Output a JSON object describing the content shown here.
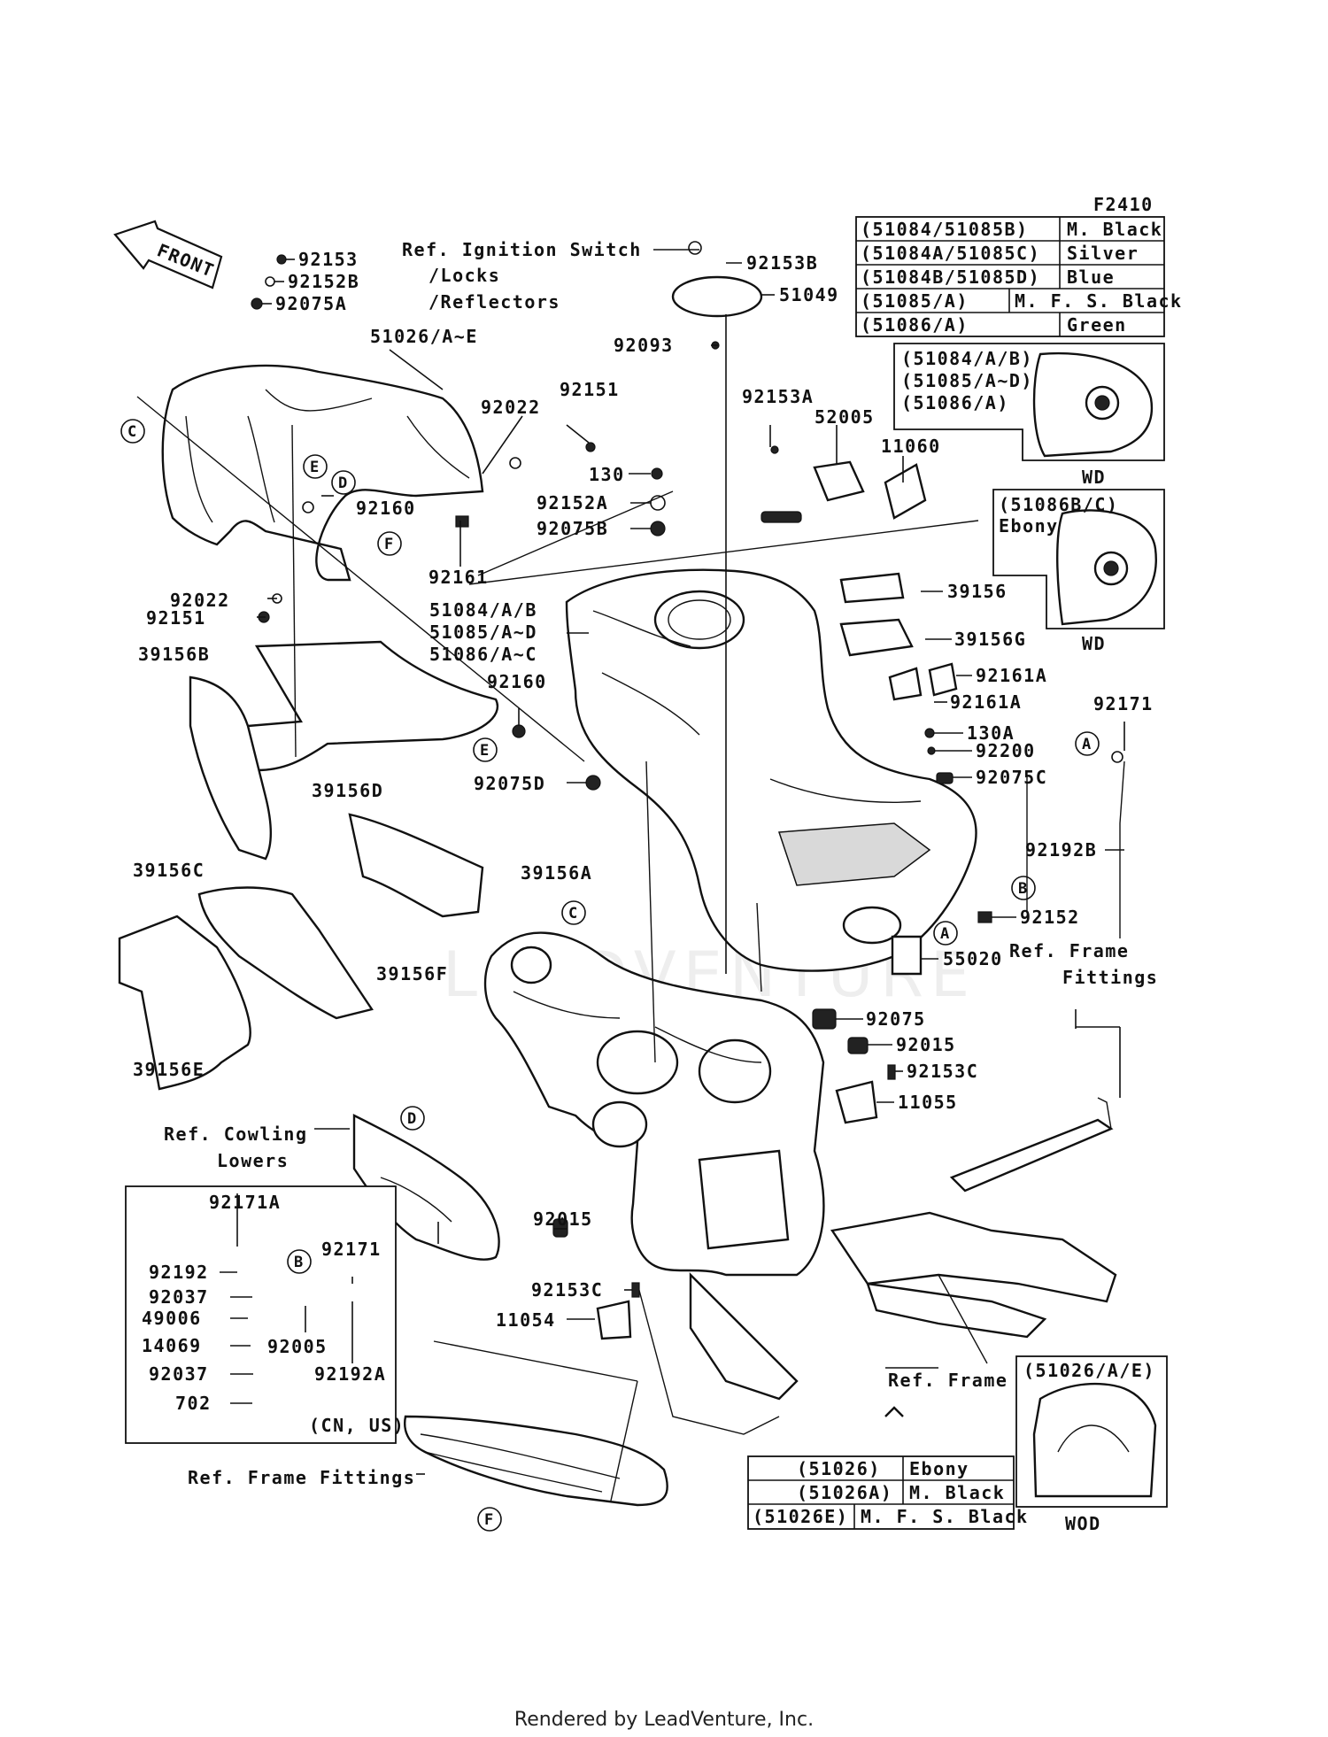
{
  "figure_code": "F2410",
  "front_arrow": "FRONT",
  "part_labels": {
    "p92153": "92153",
    "p92152B": "92152B",
    "p92075A": "92075A",
    "p51026AE": "51026/A~E",
    "p92022_top": "92022",
    "p92151_top": "92151",
    "p130": "130",
    "p92152A": "92152A",
    "p92075B": "92075B",
    "p92160_top": "92160",
    "p92161": "92161",
    "p92022_left": "92022",
    "p92151_left": "92151",
    "p39156B": "39156B",
    "p39156D": "39156D",
    "p39156C": "39156C",
    "p39156A": "39156A",
    "p39156F": "39156F",
    "p39156E": "39156E",
    "p51084": "51084/A/B",
    "p51085": "51085/A~D",
    "p51086": "51086/A~C",
    "p92160_mid": "92160",
    "p92075D": "92075D",
    "p92153B": "92153B",
    "p51049": "51049",
    "p92093": "92093",
    "p92153A": "92153A",
    "p52005": "52005",
    "p11060": "11060",
    "p39156": "39156",
    "p39156G": "39156G",
    "p92161A_1": "92161A",
    "p92161A_2": "92161A",
    "p130A": "130A",
    "p92200": "92200",
    "p92075C": "92075C",
    "p92171_right": "92171",
    "p92192B": "92192B",
    "p92152": "92152",
    "p55020": "55020",
    "p92075": "92075",
    "p92015_top": "92015",
    "p92153C_top": "92153C",
    "p11055": "11055",
    "p92015_low": "92015",
    "p92153C_low": "92153C",
    "p11054": "11054",
    "p92171A": "92171A",
    "p92192": "92192",
    "p92037_top": "92037",
    "p49006": "49006",
    "p14069": "14069",
    "p92037_low": "92037",
    "p702": "702",
    "p92171_box": "92171",
    "p92005": "92005",
    "p92192A": "92192A",
    "cn_us": "(CN, US)"
  },
  "references": {
    "ignition_1": "Ref. Ignition Switch",
    "ignition_2": "/Locks",
    "ignition_3": "/Reflectors",
    "frame_fittings_right_1": "Ref. Frame",
    "frame_fittings_right_2": "Fittings",
    "cowling_1": "Ref. Cowling",
    "cowling_2": "Lowers",
    "frame": "Ref. Frame",
    "frame_fittings_bottom": "Ref. Frame Fittings"
  },
  "callouts": {
    "A1": "A",
    "A2": "A",
    "B1": "B",
    "B2": "B",
    "C1": "C",
    "C2": "C",
    "D1": "D",
    "D2": "D",
    "E1": "E",
    "E2": "E",
    "F1": "F",
    "F2": "F"
  },
  "color_table": [
    {
      "code": "(51084/51085B)",
      "color": "M. Black"
    },
    {
      "code": "(51084A/51085C)",
      "color": "Silver"
    },
    {
      "code": "(51084B/51085D)",
      "color": "Blue"
    },
    {
      "code": "(51085/A)",
      "color": "M. F. S. Black"
    },
    {
      "code": "(51086/A)",
      "color": "Green"
    }
  ],
  "inset_wd_top": {
    "lines": [
      "(51084/A/B)",
      "(51085/A~D)",
      "(51086/A)"
    ],
    "caption": "WD"
  },
  "inset_wd_ebony": {
    "lines": [
      "(51086B/C)",
      "Ebony"
    ],
    "caption": "WD"
  },
  "inset_wod": {
    "title": "(51026/A/E)",
    "caption": "WOD"
  },
  "cover_table": [
    {
      "code": "(51026)",
      "color": "Ebony"
    },
    {
      "code": "(51026A)",
      "color": "M. Black"
    },
    {
      "code": "(51026E)",
      "color": "M. F. S. Black"
    }
  ],
  "watermark": "LEADVENTURE",
  "footer": "Rendered by LeadVenture, Inc."
}
